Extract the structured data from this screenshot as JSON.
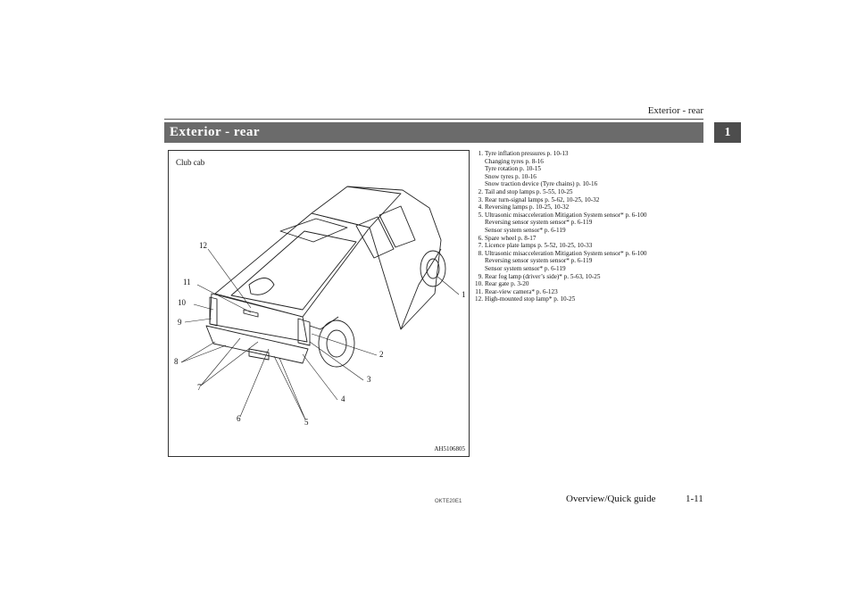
{
  "header": {
    "running_head": "Exterior - rear",
    "title": "Exterior - rear",
    "chapter_tab": "1"
  },
  "figure": {
    "caption": "Club cab",
    "code": "AH5106805",
    "callouts": [
      "1",
      "2",
      "3",
      "4",
      "5",
      "6",
      "7",
      "8",
      "9",
      "10",
      "11",
      "12"
    ]
  },
  "items": [
    {
      "number": "1",
      "lines": [
        "Tyre inflation pressures p. 10-13",
        "Changing tyres p. 8-16",
        "Tyre rotation p. 10-15",
        "Snow tyres p. 10-16",
        "Snow traction device (Tyre chains) p. 10-16"
      ]
    },
    {
      "number": "2",
      "lines": [
        "Tail and stop lamps p. 5-55, 10-25"
      ]
    },
    {
      "number": "3",
      "lines": [
        "Rear turn-signal lamps p. 5-62, 10-25, 10-32"
      ]
    },
    {
      "number": "4",
      "lines": [
        "Reversing lamps p. 10-25, 10-32"
      ]
    },
    {
      "number": "5",
      "lines": [
        "Ultrasonic misacceleration Mitigation System sensor* p. 6-100",
        "Reversing sensor system sensor* p. 6-119",
        "Sensor system sensor* p. 6-119"
      ]
    },
    {
      "number": "6",
      "lines": [
        "Spare wheel p. 8-17"
      ]
    },
    {
      "number": "7",
      "lines": [
        "Licence plate lamps p. 5-52, 10-25, 10-33"
      ]
    },
    {
      "number": "8",
      "lines": [
        "Ultrasonic misacceleration Mitigation System sensor* p. 6-100",
        "Reversing sensor system sensor* p. 6-119",
        "Sensor system sensor* p. 6-119"
      ]
    },
    {
      "number": "9",
      "lines": [
        "Rear fog lamp (driver’s side)* p. 5-63, 10-25"
      ]
    },
    {
      "number": "10",
      "lines": [
        "Rear gate p. 3-20"
      ]
    },
    {
      "number": "11",
      "lines": [
        "Rear-view camera* p. 6-123"
      ]
    },
    {
      "number": "12",
      "lines": [
        "High-mounted stop lamp* p. 10-25"
      ]
    }
  ],
  "footer": {
    "doc_code": "OKTE20E1",
    "section": "Overview/Quick guide",
    "page": "1-11"
  }
}
